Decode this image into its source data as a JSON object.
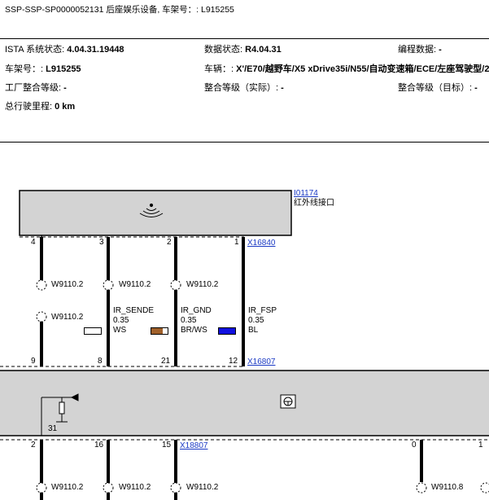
{
  "header": {
    "doc_title": "SSP-SSP-SP0000052131 后座娱乐设备, 车架号：: L915255",
    "ista_label": "ISTA 系统状态: ",
    "ista_value": "4.04.31.19448",
    "data_label": "数据状态: ",
    "data_value": "R4.04.31",
    "prog_label": "编程数据: ",
    "prog_value": "-",
    "vin_label": "车架号：: ",
    "vin_value": "L915255",
    "vehicle_label": "车辆：: ",
    "vehicle_value": "X'/E70/越野车/X5 xDrive35i/N55/自动变速箱/ECE/左座驾驶型/2",
    "factory_label": "工厂整合等级: ",
    "factory_value": "-",
    "actual_label": "整合等级（实际）: ",
    "actual_value": "-",
    "target_label": "整合等级（目标）: ",
    "target_value": "-",
    "mileage_label": "总行驶里程: ",
    "mileage_value": "0 km"
  },
  "diagram": {
    "component_top_id": "I01174",
    "component_top_name": "红外线接口",
    "connector_top": "X16840",
    "connector_mid": "X16807",
    "connector_bottom": "X18807",
    "top_pins": [
      "4",
      "3",
      "2",
      "1"
    ],
    "mid_pins": [
      "9",
      "8",
      "21",
      "12"
    ],
    "bottom_pins": [
      "2",
      "16",
      "15",
      "0",
      "1"
    ],
    "ground_pin": "31",
    "splice_labels": [
      "W9110.2",
      "W9110.2",
      "W9110.2",
      "W9110.2",
      "W9110.2",
      "W9110.2",
      "W9110.2",
      "W9110.8"
    ],
    "wires": [
      {
        "name": "IR_SENDE",
        "size": "0.35",
        "color": "WS",
        "swatch": "#ffffff"
      },
      {
        "name": "IR_GND",
        "size": "0.35",
        "color": "BR/WS",
        "swatch": "#a0602a"
      },
      {
        "name": "IR_FSP",
        "size": "0.35",
        "color": "BL",
        "swatch": "#1010e0"
      }
    ]
  }
}
